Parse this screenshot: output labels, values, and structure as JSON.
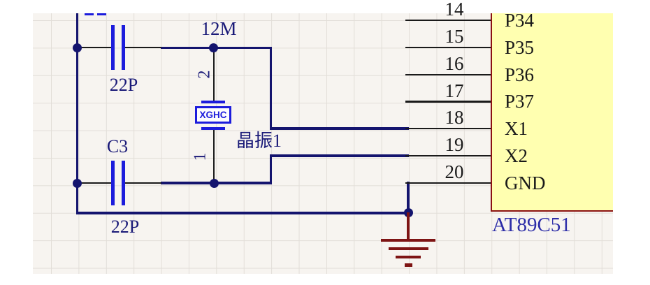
{
  "ic": {
    "designator": "AT89C51",
    "pins": [
      {
        "number": "14",
        "name": "P34"
      },
      {
        "number": "15",
        "name": "P35"
      },
      {
        "number": "16",
        "name": "P36"
      },
      {
        "number": "17",
        "name": "P37"
      },
      {
        "number": "18",
        "name": "X1"
      },
      {
        "number": "19",
        "name": "X2"
      },
      {
        "number": "20",
        "name": "GND"
      }
    ]
  },
  "crystal": {
    "value": "12M",
    "marking": "XGHC",
    "label": "晶振1",
    "pin_top": "2",
    "pin_bottom": "1"
  },
  "capacitor_top": {
    "value": "22P"
  },
  "capacitor_bottom": {
    "designator": "C3",
    "value": "22P"
  },
  "colors": {
    "wire": "#14146e",
    "component_blue": "#1c1cdc",
    "ic_fill": "#ffffb0",
    "ic_border": "#8b1212",
    "ground": "#7e1414",
    "label": "#1a1a78",
    "ic_label": "#2d2da8",
    "pin_text": "#1a1a1a",
    "canvas_bg": "#f7f4f0"
  }
}
